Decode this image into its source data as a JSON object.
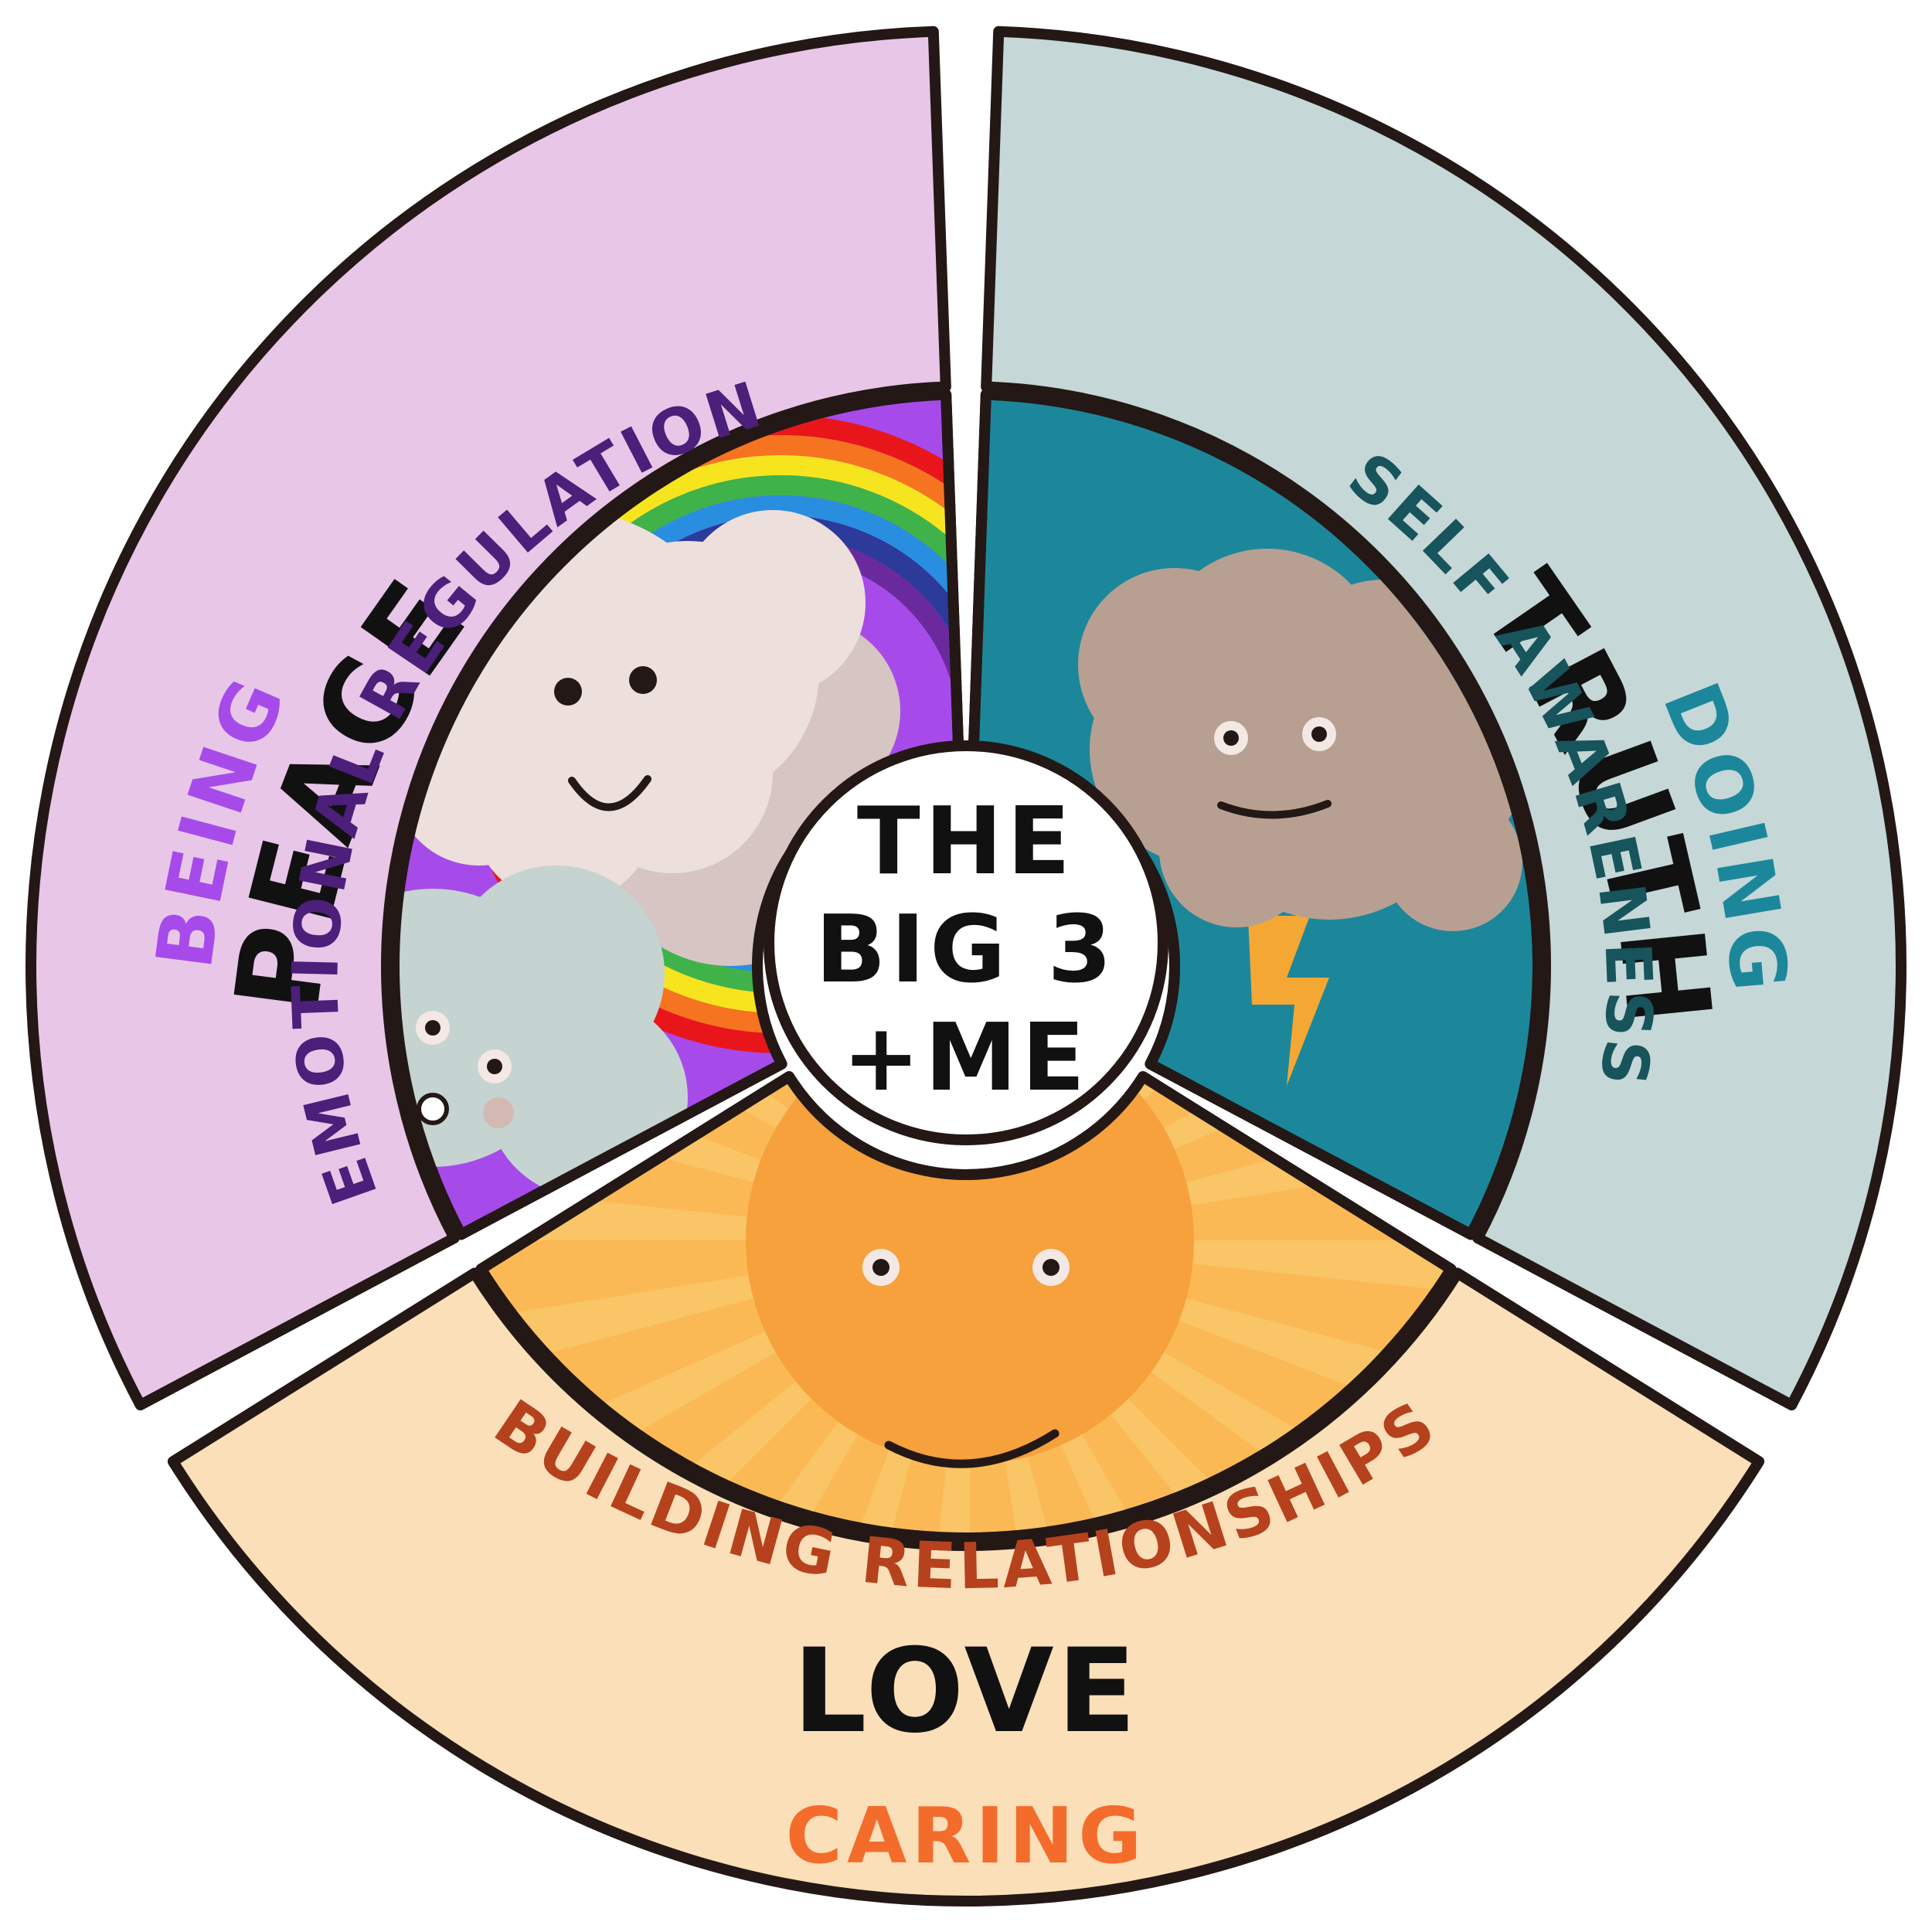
{
  "hub": {
    "lines": [
      "THE",
      "BIG 3",
      "+ME"
    ]
  },
  "sections": {
    "peace": {
      "keyword": "BEING",
      "title": "PEACE",
      "subtitle": "EMOTIONAL REGULATION",
      "illustration": [
        "rainbow",
        "smiling-cloud",
        "small-cloud"
      ],
      "colors": {
        "outer": "#e8c6e8",
        "inner": "#a64bea",
        "keyword": "#a64bea",
        "subtitle": "#4b1f7a"
      }
    },
    "truth": {
      "keyword": "DOING",
      "title": "TRUTH",
      "subtitle": "SELF AWARENESS",
      "illustration": [
        "storm-cloud",
        "lightning-bolt"
      ],
      "colors": {
        "outer": "#c5d7d7",
        "inner": "#1c879b",
        "keyword": "#1c879b",
        "subtitle": "#17545c"
      }
    },
    "love": {
      "keyword": "CARING",
      "title": "LOVE",
      "subtitle": "BUILDING RELATIONSHIPS",
      "illustration": [
        "smiling-sun",
        "sun-rays"
      ],
      "colors": {
        "outer": "#fadfb8",
        "inner": "#fab954",
        "keyword": "#f46c2b",
        "subtitle": "#b5421d"
      }
    }
  },
  "colors": {
    "outline": "#231815",
    "title": "#111111",
    "hub_bg": "#ffffff"
  }
}
